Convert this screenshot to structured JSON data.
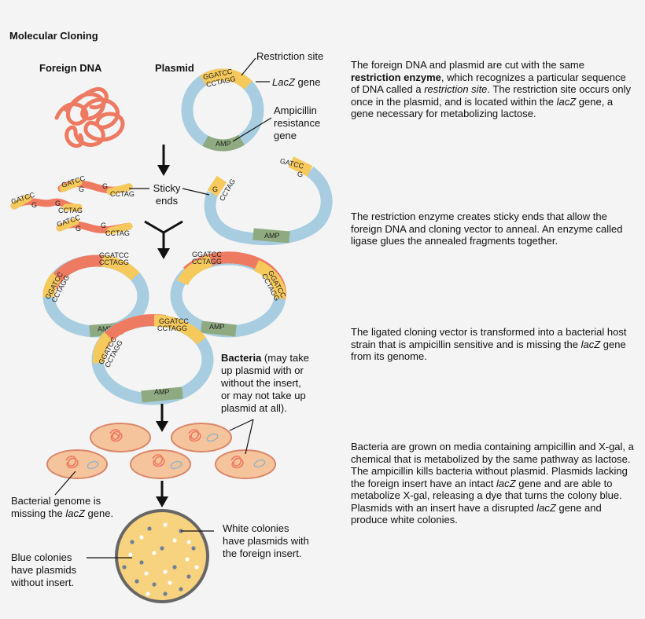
{
  "title": "Molecular Cloning",
  "labels": {
    "foreign_dna": "Foreign DNA",
    "plasmid": "Plasmid",
    "restriction_site": "Restriction site",
    "lacz_gene_italic": "LacZ",
    "lacz_gene_rest": " gene",
    "ampicillin": "Ampicillin resistance gene",
    "sticky_ends": "Sticky ends",
    "bacteria_bold": "Bacteria",
    "bacteria_rest": " (may take up plasmid with or without the insert, or may not take up plasmid at all).",
    "genome_missing_1": "Bacterial genome is missing the ",
    "genome_missing_italic": "lacZ",
    "genome_missing_2": " gene.",
    "white_colonies": "White colonies have plasmids with the foreign insert.",
    "blue_colonies": "Blue colonies have plasmids without insert."
  },
  "sequences": {
    "top": "GGATCC",
    "bottom": "CCTAGG",
    "frag_a": "GATCC",
    "frag_b": "G",
    "frag_c": "CCTAG",
    "amp": "AMP"
  },
  "descriptions": {
    "step1": {
      "p1": "The foreign DNA and plasmid are cut with the same ",
      "b1": "restriction enzyme",
      "p2": ", which recognizes a particular sequence of DNA called a ",
      "i1": "restriction site",
      "p3": ". The restriction site occurs only once in the plasmid, and is located within the ",
      "i2": "lacZ",
      "p4": " gene, a gene necessary for metabolizing lactose."
    },
    "step2": "The restriction enzyme creates sticky ends that allow the foreign DNA and cloning vector to anneal. An enzyme called ligase glues the annealed fragments together.",
    "step3": {
      "p1": "The ligated cloning vector is transformed into a bacterial host strain that is ampicillin sensitive and is missing the ",
      "i1": "lacZ",
      "p2": " gene from its genome."
    },
    "step4": {
      "p1": "Bacteria are grown on media containing ampicillin and X-gal, a chemical that is metabolized by the same pathway as lactose. The ampicillin kills bacteria without plasmid. Plasmids lacking the foreign insert have an intact ",
      "i1": "lacZ",
      "p2": " gene and are able to metabolize X-gal, releasing a dye that turns the colony blue. Plasmids with an insert have a disrupted ",
      "i2": "lacZ",
      "p3": " gene and produce white colonies."
    }
  },
  "colors": {
    "background": "#f4f4f4",
    "plasmid_blue": "#a8cde0",
    "insert_red": "#ee7a62",
    "site_yellow": "#f5c95c",
    "amp_green": "#8faa80",
    "cell_fill": "#f6c49c",
    "cell_stroke": "#d9876a",
    "plate_fill": "#f7d27f",
    "plate_rim": "#666666",
    "blue_colony": "#6f7f95",
    "white_colony": "#ffffff"
  }
}
